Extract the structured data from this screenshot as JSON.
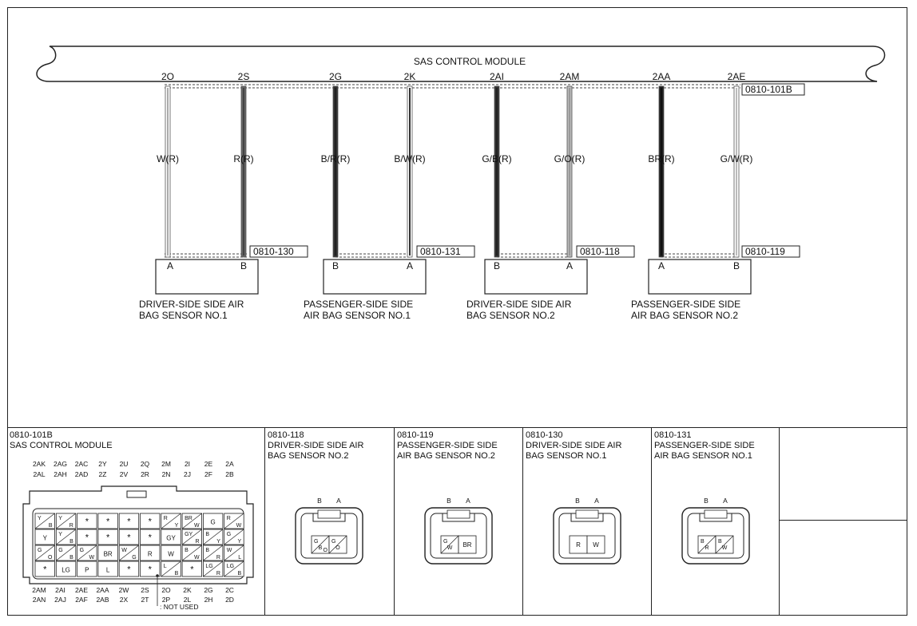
{
  "module": {
    "title": "SAS CONTROL MODULE",
    "connector_ref": "0810-101B"
  },
  "wires": [
    {
      "terminal": "2O",
      "color_code": "W(R)",
      "stroke": "#ffffff",
      "core": "#aaaaaa"
    },
    {
      "terminal": "2S",
      "color_code": "R(R)",
      "stroke": "#666666",
      "core": "#444444"
    },
    {
      "terminal": "2G",
      "color_code": "B/R(R)",
      "stroke": "#333333",
      "core": "#222222"
    },
    {
      "terminal": "2K",
      "color_code": "B/W(R)",
      "stroke": "#ffffff",
      "core": "#333333"
    },
    {
      "terminal": "2AI",
      "color_code": "G/B(R)",
      "stroke": "#333333",
      "core": "#222222"
    },
    {
      "terminal": "2AM",
      "color_code": "G/O(R)",
      "stroke": "#bbbbbb",
      "core": "#999999"
    },
    {
      "terminal": "2AA",
      "color_code": "BR(R)",
      "stroke": "#222222",
      "core": "#111111"
    },
    {
      "terminal": "2AE",
      "color_code": "G/W(R)",
      "stroke": "#ffffff",
      "core": "#bbbbbb"
    }
  ],
  "sensors": [
    {
      "ref": "0810-130",
      "pins": [
        "A",
        "B"
      ],
      "name": "DRIVER-SIDE SIDE AIR\nBAG SENSOR NO.1"
    },
    {
      "ref": "0810-131",
      "pins": [
        "B",
        "A"
      ],
      "name": "PASSENGER-SIDE SIDE\nAIR BAG SENSOR NO.1"
    },
    {
      "ref": "0810-118",
      "pins": [
        "B",
        "A"
      ],
      "name": "DRIVER-SIDE SIDE AIR\nBAG SENSOR NO.2"
    },
    {
      "ref": "0810-119",
      "pins": [
        "A",
        "B"
      ],
      "name": "PASSENGER-SIDE SIDE\nAIR BAG SENSOR NO.2"
    }
  ],
  "views": {
    "module_view": {
      "code": "0810-101B",
      "name": "SAS CONTROL MODULE",
      "top_row1": [
        "2AK",
        "2AG",
        "2AC",
        "2Y",
        "2U",
        "2Q",
        "2M",
        "2I",
        "2E",
        "2A"
      ],
      "top_row2": [
        "2AL",
        "2AH",
        "2AD",
        "2Z",
        "2V",
        "2R",
        "2N",
        "2J",
        "2F",
        "2B"
      ],
      "bottom_row1": [
        "2AM",
        "2AI",
        "2AE",
        "2AA",
        "2W",
        "2S",
        "2O",
        "2K",
        "2G",
        "2C"
      ],
      "bottom_row2": [
        "2AN",
        "2AJ",
        "2AF",
        "2AB",
        "2X",
        "2T",
        "2P",
        "2L",
        "2H",
        "2D"
      ],
      "cavity_rows": [
        [
          [
            "Y",
            "B"
          ],
          [
            "Y",
            "R"
          ],
          [
            "*"
          ],
          [
            "*"
          ],
          [
            "*"
          ],
          [
            "*"
          ],
          [
            "R",
            "Y"
          ],
          [
            "BR",
            "W"
          ],
          [
            "G"
          ],
          [
            "R",
            "W"
          ]
        ],
        [
          [
            "Y"
          ],
          [
            "Y",
            "B"
          ],
          [
            "*"
          ],
          [
            "*"
          ],
          [
            "*"
          ],
          [
            "*"
          ],
          [
            "GY"
          ],
          [
            "GY",
            "R"
          ],
          [
            "B",
            "Y"
          ],
          [
            "G",
            "Y"
          ]
        ],
        [
          [
            "G",
            "O"
          ],
          [
            "G",
            "B"
          ],
          [
            "G",
            "W"
          ],
          [
            "BR"
          ],
          [
            "W",
            "G"
          ],
          [
            "R"
          ],
          [
            "W"
          ],
          [
            "B",
            "W"
          ],
          [
            "B",
            "R"
          ],
          [
            "W",
            "L"
          ]
        ],
        [
          [
            "*"
          ],
          [
            "LG"
          ],
          [
            "P"
          ],
          [
            "L"
          ],
          [
            "*"
          ],
          [
            "*"
          ],
          [
            "L",
            "B"
          ],
          [
            "*"
          ],
          [
            "LG",
            "R"
          ],
          [
            "LG",
            "B"
          ]
        ]
      ],
      "legend": ": NOT USED"
    },
    "sensor_views": [
      {
        "code": "0810-118",
        "name": "DRIVER-SIDE SIDE AIR\nBAG SENSOR NO.2",
        "pin_labels": [
          "B",
          "A"
        ],
        "cells": [
          [
            "G",
            "B",
            "O"
          ],
          [
            "G",
            "O"
          ]
        ]
      },
      {
        "code": "0810-119",
        "name": "PASSENGER-SIDE SIDE\nAIR BAG SENSOR NO.2",
        "pin_labels": [
          "B",
          "A"
        ],
        "cells": [
          [
            "G",
            "W"
          ],
          [
            "BR"
          ]
        ]
      },
      {
        "code": "0810-130",
        "name": "DRIVER-SIDE SIDE AIR\nBAG SENSOR NO.1",
        "pin_labels": [
          "B",
          "A"
        ],
        "cells": [
          [
            "R"
          ],
          [
            "W"
          ]
        ]
      },
      {
        "code": "0810-131",
        "name": "PASSENGER-SIDE SIDE\nAIR BAG SENSOR NO.1",
        "pin_labels": [
          "B",
          "A"
        ],
        "cells": [
          [
            "B",
            "R"
          ],
          [
            "B",
            "W"
          ]
        ]
      }
    ]
  }
}
